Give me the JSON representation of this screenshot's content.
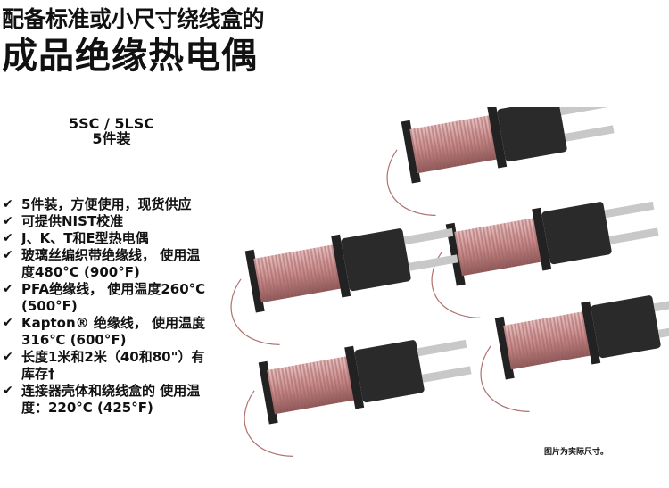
{
  "header": {
    "subtitle": "配备标准或小尺寸绕线盒的",
    "title": "成品绝缘热电偶"
  },
  "product": {
    "model": "5SC / 5LSC",
    "pack": "5件装"
  },
  "features": [
    "5件装，方便使用，现货供应",
    "可提供NIST校准",
    "J、K、T和E型热电偶",
    "玻璃丝编织带绝缘线， 使用温度480°C (900°F)",
    "PFA绝缘线， 使用温度260°C (500°F)",
    "Kapton® 绝缘线， 使用温度316℃ (600°F)",
    "长度1米和2米（40和80\"）有库存†",
    "连接器壳体和绕线盒的 使用温度：220°C (425°F)"
  ],
  "bullet_icon": "checkmark-icon",
  "caption": "图片为实际尺寸。",
  "colors": {
    "wire": "#c88a8a",
    "connector": "#2a2a2a",
    "pins": "#c8c8c8"
  }
}
